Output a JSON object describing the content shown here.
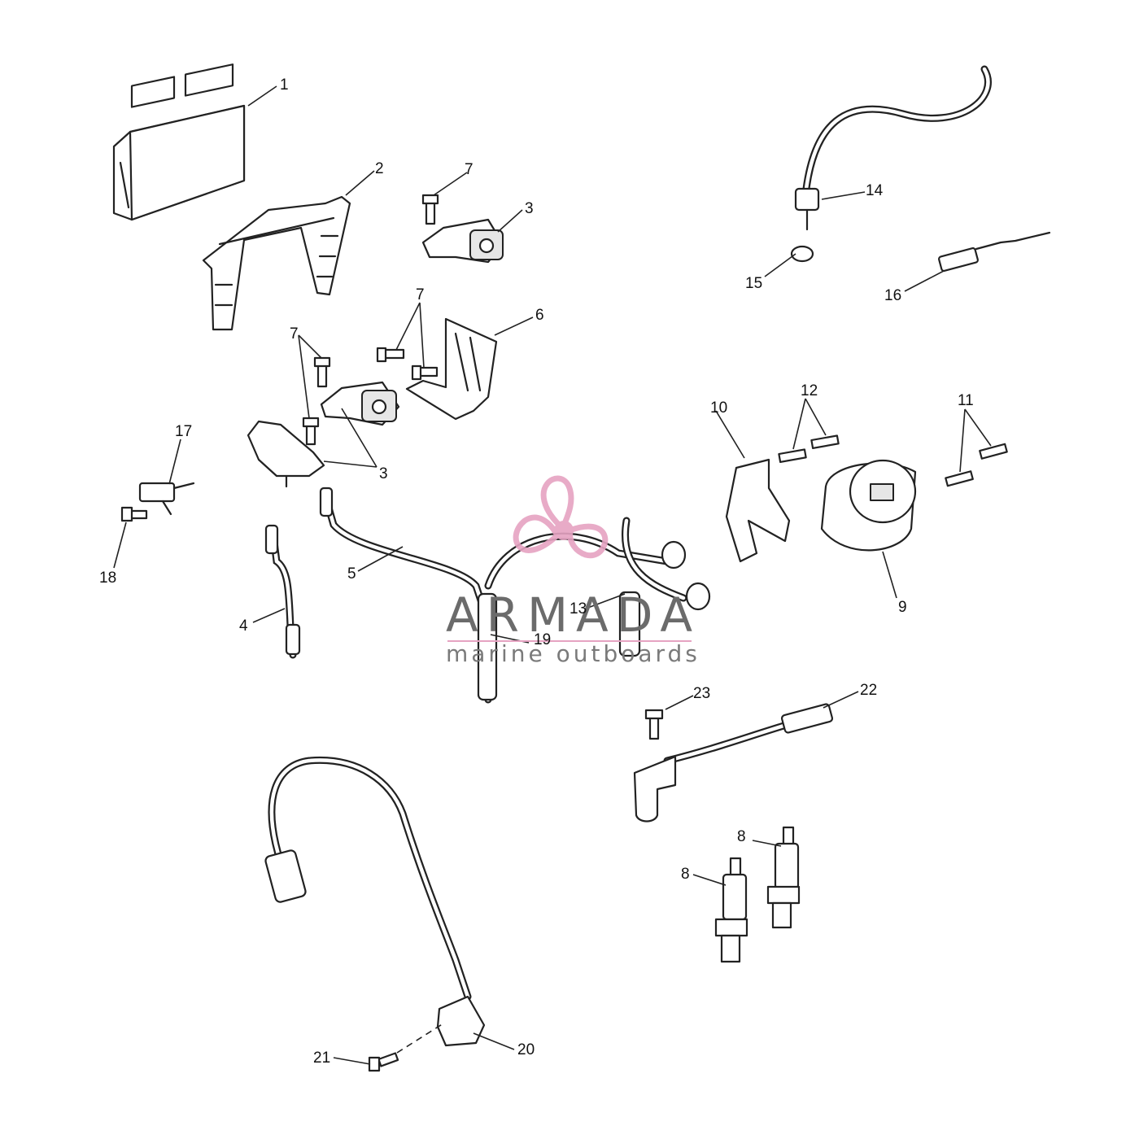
{
  "watermark": {
    "title": "ARMADA",
    "subtitle": "marine outboards",
    "accent_color": "#e6a3c2"
  },
  "callouts": [
    "1",
    "2",
    "3",
    "3",
    "4",
    "5",
    "6",
    "7",
    "7",
    "7",
    "8",
    "8",
    "9",
    "10",
    "11",
    "12",
    "13",
    "14",
    "15",
    "16",
    "17",
    "18",
    "19",
    "20",
    "21",
    "22",
    "23"
  ]
}
